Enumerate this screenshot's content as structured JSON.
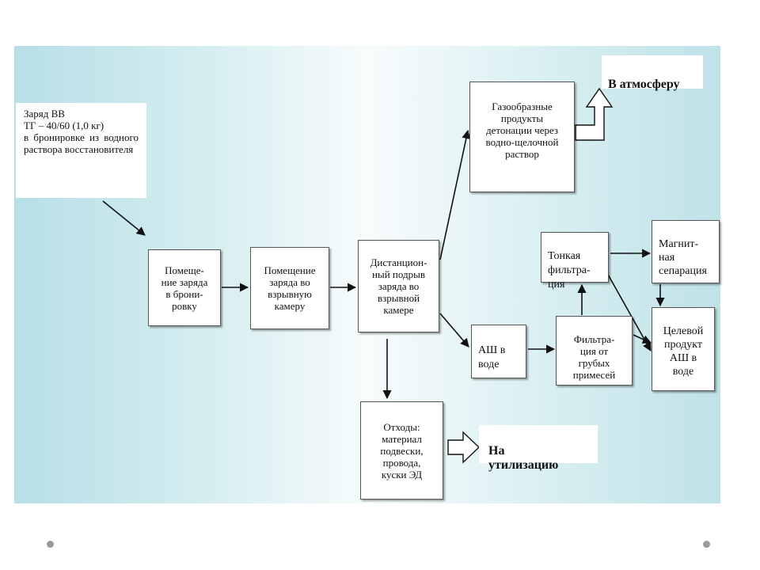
{
  "nodes": {
    "charge": "Заряд ВВ\nТГ – 40/60 (1,0 кг)\nв бронировке из водного раствора восстановителя",
    "armor": "Помеще-\nние заряда\nв брони-\nровку",
    "chamber": "Помещение\nзаряда во\nвзрывную\nкамеру",
    "detonation": "Дистанцион-\nный подрыв\nзаряда во\nвзрывной\nкамере",
    "gases": "Газообразные\nпродукты\nдетонации через\nводно-щелочной\nраствор",
    "atmosphere": "В атмосферу",
    "ash_water": "АШ в\nводе",
    "coarse_filter": "Фильтра-\nция от\nгрубых\nпримесей",
    "fine_filter": "Тонкая\nфильтра-\nция",
    "magnetic": "Магнит-\nная\nсепарация",
    "target": "Целевой\nпродукт\nАШ в\nводе",
    "waste": "Отходы:\nматериал\nподвески,\nпровода,\nкуски ЭД",
    "disposal": "На\nутилизацию"
  }
}
